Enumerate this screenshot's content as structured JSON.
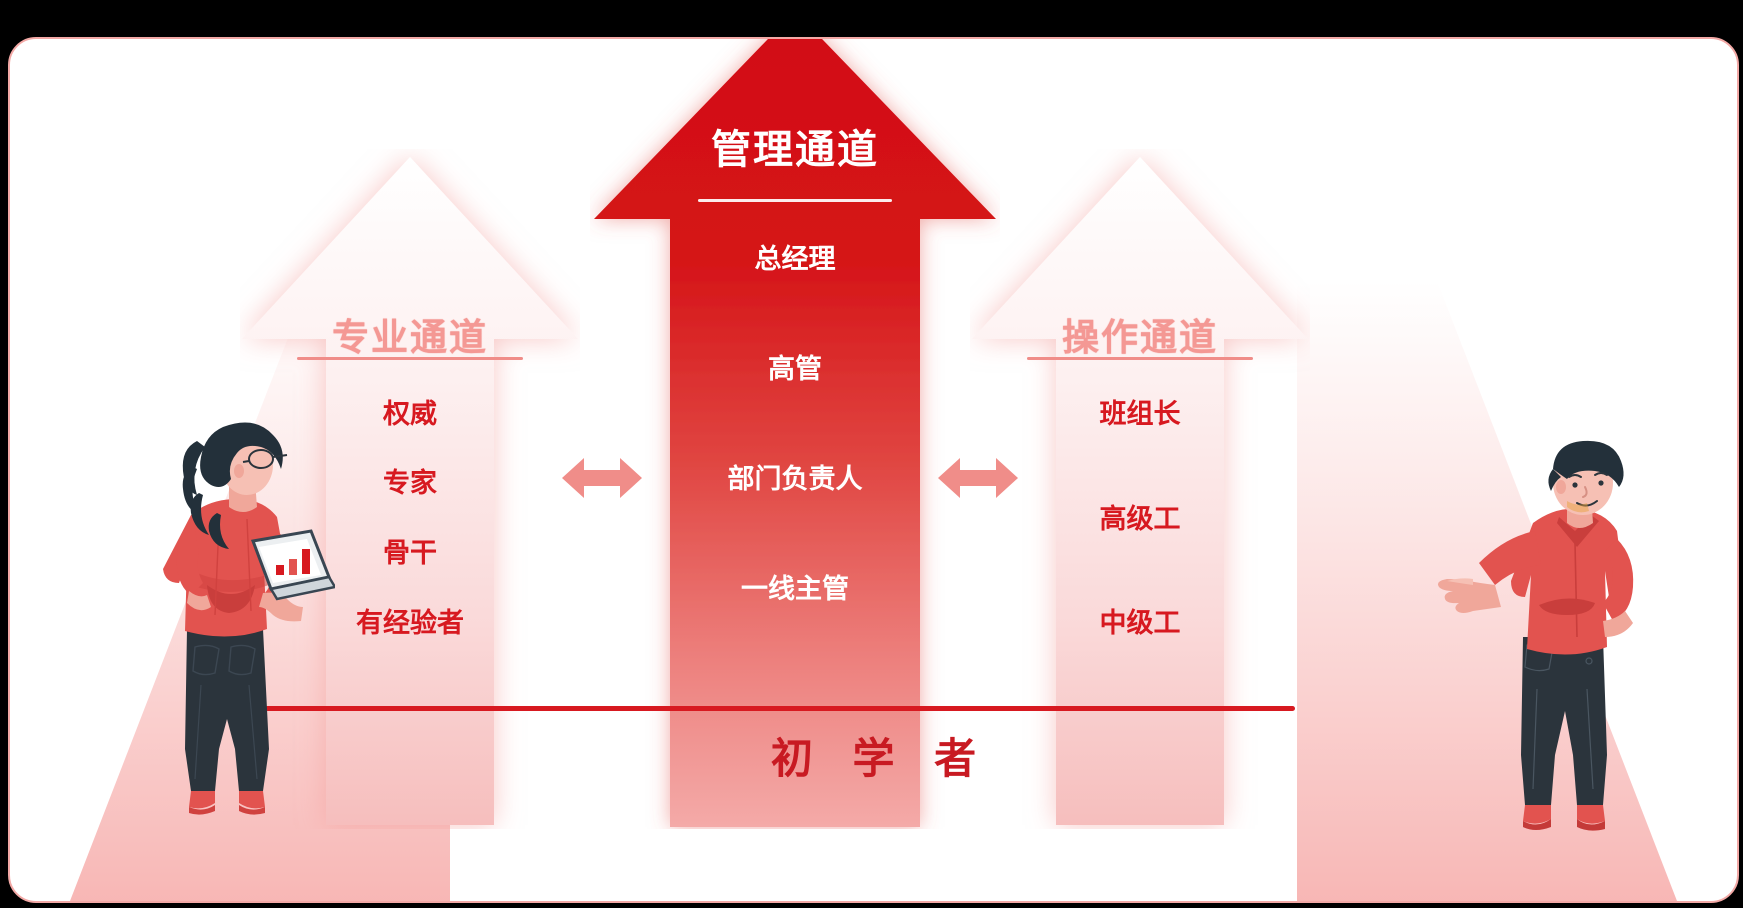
{
  "meta": {
    "title": "职业发展双通道图",
    "background_color": "#000000",
    "card_background": "#ffffff",
    "card_border_color": "#f3a9a6",
    "accent_red": "#d71920",
    "accent_deep_red": "#c81a22",
    "accent_pink": "#f49894",
    "accent_light_pink": "#f9cfd0"
  },
  "columns": {
    "left": {
      "title": "专业通道",
      "title_color": "#f49894",
      "ranks": [
        "权威",
        "专家",
        "骨干",
        "有经验者"
      ],
      "rank_color": "#d71920"
    },
    "center": {
      "title": "管理通道",
      "title_color": "#ffffff",
      "ranks": [
        "总经理",
        "高管",
        "部门负责人",
        "一线主管"
      ],
      "rank_color": "#ffffff",
      "fill_top": "#d51317",
      "fill_bottom": "#f2a3a0"
    },
    "right": {
      "title": "操作通道",
      "title_color": "#f49894",
      "ranks": [
        "班组长",
        "高级工",
        "中级工"
      ],
      "rank_color": "#d71920"
    }
  },
  "connectors": [
    {
      "name": "left-center-exchange",
      "icon": "double-arrow-horizontal-icon",
      "color": "#f08d89"
    },
    {
      "name": "center-right-exchange",
      "icon": "double-arrow-horizontal-icon",
      "color": "#f08d89"
    }
  ],
  "baseline": {
    "label": "初 学 者",
    "label_color": "#c81a22",
    "line_color": "#d71920"
  },
  "illustrations": [
    {
      "name": "woman-with-laptop",
      "side": "left",
      "shirt_color": "#e2534f",
      "hair_color": "#23303a",
      "pants_color": "#2b343c",
      "skin_color": "#f6c0b4",
      "accessory": "laptop-with-bar-chart",
      "icon": "person-illustration-icon"
    },
    {
      "name": "man-pointing",
      "side": "right",
      "shirt_color": "#e2534f",
      "hair_color": "#23303a",
      "pants_color": "#2b343c",
      "skin_color": "#f6c0b4",
      "accessory": "pointing-hand",
      "icon": "person-illustration-icon"
    }
  ]
}
